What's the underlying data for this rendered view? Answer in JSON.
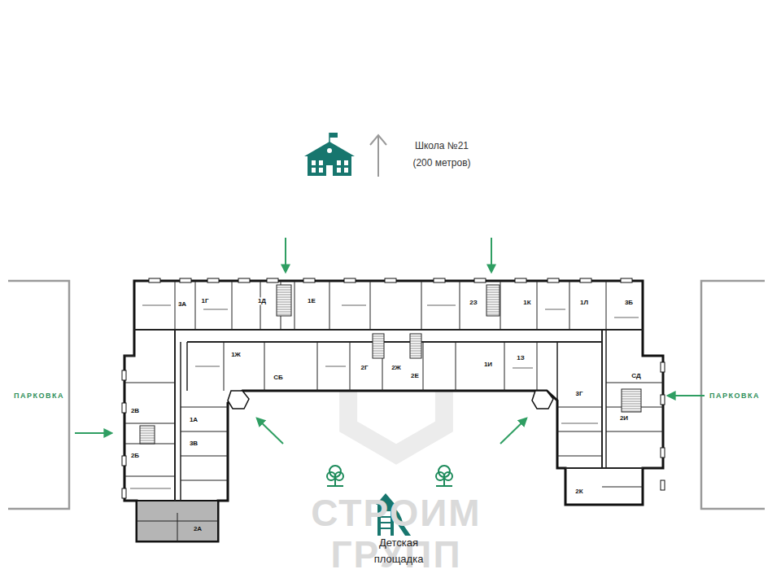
{
  "diagram": {
    "labels": [
      "Школа №21",
      "(200 метров)",
      "ПАРКОВКА",
      "ПАРКОВКА",
      "3А",
      "1Г",
      "1Д",
      "1Е",
      "2З",
      "1К",
      "1Л",
      "3Б",
      "1Ж",
      "СБ",
      "2Г",
      "2Ж",
      "2Е",
      "1И",
      "1З",
      "3Г",
      "СД",
      "2И",
      "2К",
      "2В",
      "2Б",
      "1А",
      "3В",
      "2А",
      "Детская площадка",
      "СТРОИМ ГРУПП"
    ]
  }
}
